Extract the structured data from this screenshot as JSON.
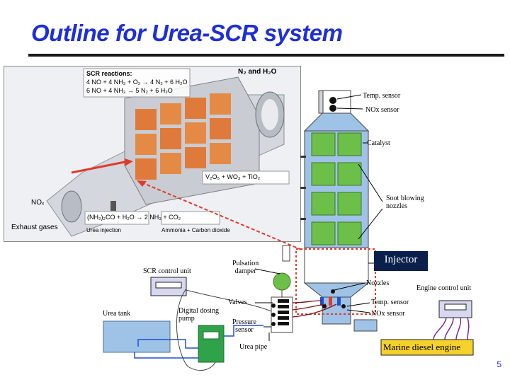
{
  "title": "Outline for Urea-SCR system",
  "photo": {
    "reactions_heading": "SCR reactions:",
    "reaction_1": "4 NO + 4 NH₃ + O₂ → 4 N₂ + 6 H₂O",
    "reaction_2": "6 NO + 4 NH₃ → 5 N₂ + 6 H₂O",
    "outlet_label": "N₂ and H₂O",
    "catalyst_formula": "V₂O₅ + WO₃ + TiO₂",
    "nox_label": "NOₓ",
    "exhaust_label": "Exhaust gases",
    "urea_formula": "(NH₂)₂CO + H₂O → 2 NH₃ + CO₂",
    "urea_caption": "Urea injection",
    "ammonia_caption": "Ammonia + Carbon dioxide"
  },
  "labels": {
    "temp_sensor_top": "Temp. sensor",
    "nox_sensor_top": "NOx sensor",
    "catalyst": "Catalyst",
    "soot_blowing": "Soot blowing\nnozzles",
    "injector": "Injector",
    "pulsation_damper": "Pulsation\ndamper",
    "scr_control_unit": "SCR control unit",
    "nozzles": "Nozzles",
    "engine_control_unit": "Engine control unit",
    "valves": "Valves",
    "temp_sensor_bottom": "Temp. sensor",
    "nox_sensor_bottom": "NOx sensor",
    "urea_tank": "Urea tank",
    "digital_dosing_pump": "Digital dosing\npump",
    "pressure_sensor": "Pressure\nsensor",
    "urea_pipe": "Urea pipe",
    "marine_diesel_engine": "Marine diesel engine"
  },
  "page_number": "5",
  "colors": {
    "title": "#1f2fd6",
    "catalyst_green": "#6cc04a",
    "stack_blue": "#9fc3e6",
    "engine_box": "#f5d12b",
    "dashed_red": "#e23a2a"
  }
}
